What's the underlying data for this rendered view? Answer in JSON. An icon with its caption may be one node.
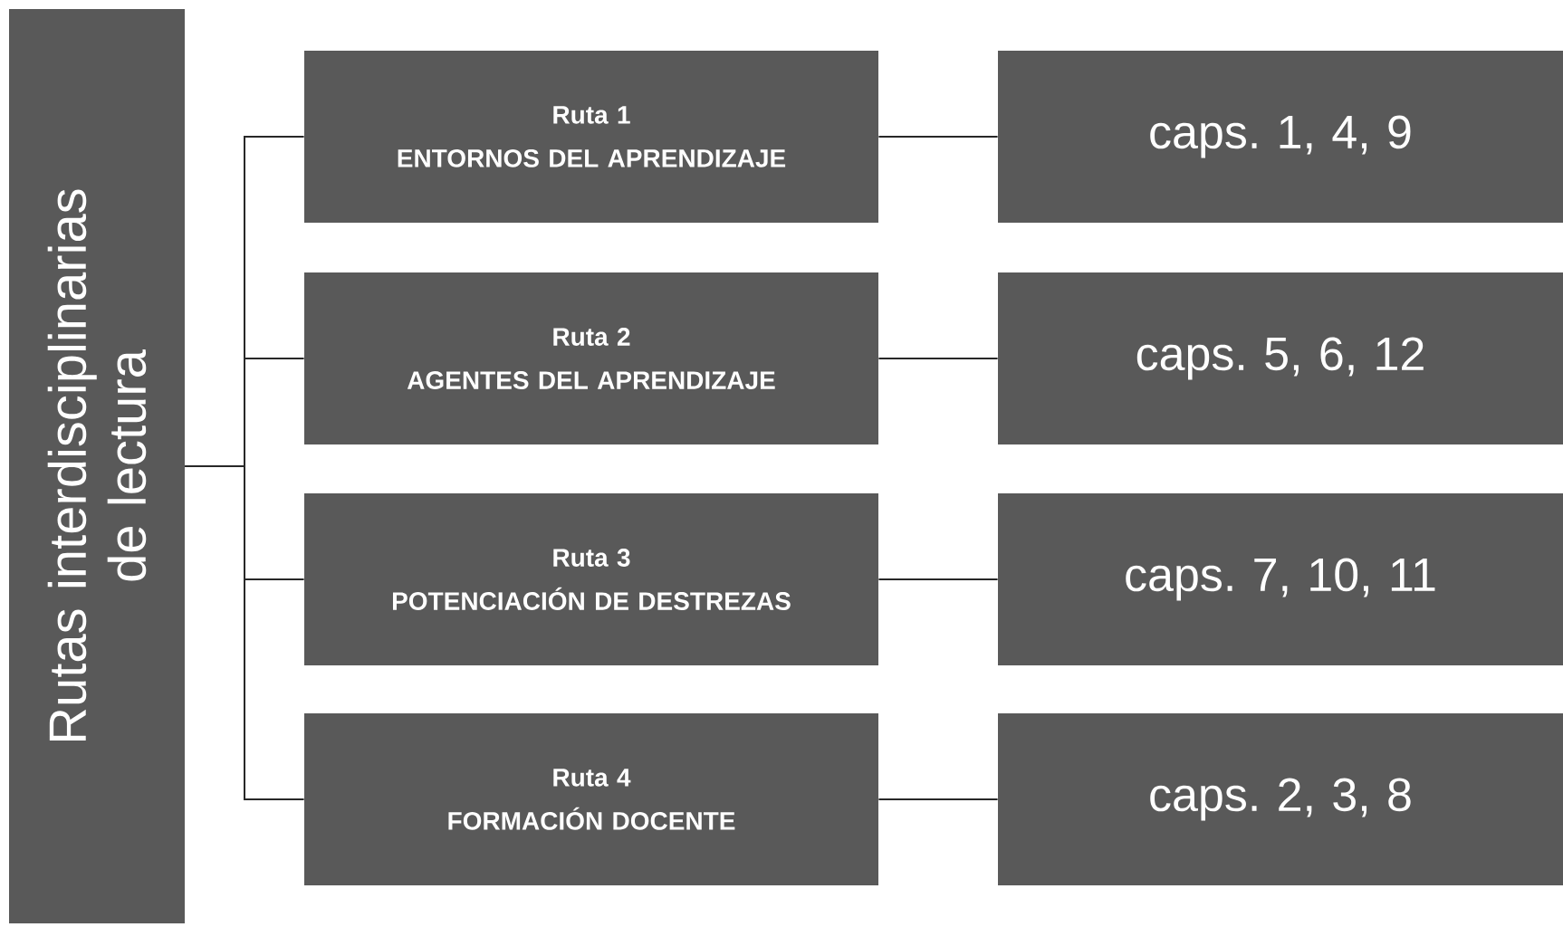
{
  "diagram": {
    "nodes": [
      {
        "text": [
          "Rutas interdisciplinarias de lectura"
        ]
      },
      {
        "text": [
          "Ruta 1",
          "ENTORNOS DEL APRENDIZAJE"
        ]
      },
      {
        "text": [
          "caps. 1, 4, 9"
        ]
      },
      {
        "text": [
          "Ruta 2",
          "AGENTES DEL APRENDIZAJE"
        ]
      },
      {
        "text": [
          "caps. 5, 6, 12"
        ]
      },
      {
        "text": [
          "Ruta 3",
          "POTENCIACIÓN DE DESTREZAS"
        ]
      },
      {
        "text": [
          "caps. 7, 10, 11"
        ]
      },
      {
        "text": [
          "Ruta 4",
          "FORMACIÓN DOCENTE"
        ]
      },
      {
        "text": [
          "caps. 2, 3, 8"
        ]
      }
    ],
    "edges": [
      {
        "from": 0,
        "to": 1,
        "arrow": "none"
      },
      {
        "from": 0,
        "to": 3,
        "arrow": "none"
      },
      {
        "from": 0,
        "to": 5,
        "arrow": "none"
      },
      {
        "from": 0,
        "to": 7,
        "arrow": "none"
      },
      {
        "from": 1,
        "to": 2,
        "arrow": "none"
      },
      {
        "from": 3,
        "to": 4,
        "arrow": "none"
      },
      {
        "from": 5,
        "to": 6,
        "arrow": "none"
      },
      {
        "from": 7,
        "to": 8,
        "arrow": "none"
      }
    ]
  }
}
